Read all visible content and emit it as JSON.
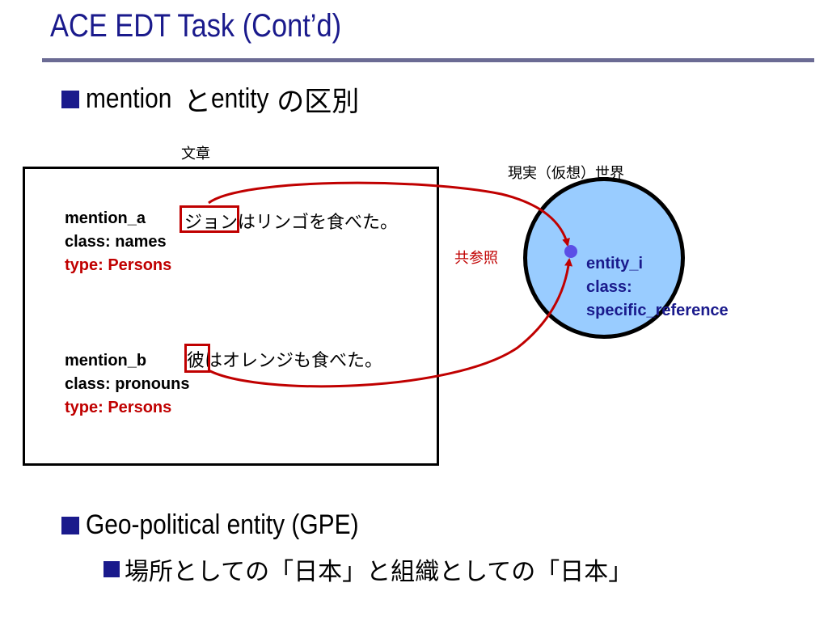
{
  "title": "ACE EDT Task (Cont’d)",
  "bullet1": {
    "prefix": "mention",
    "conj": "と",
    "rest_latin": "entity",
    "suffix": "の区別"
  },
  "document_label": "文章",
  "mention_a": {
    "name": "mention_a",
    "class": "class: names",
    "type": "type: Persons",
    "highlight": "ジョン",
    "sentence_rest": "はリンゴを食べた。"
  },
  "mention_b": {
    "name": "mention_b",
    "class": "class: pronouns",
    "type": "type: Persons",
    "highlight": "彼",
    "sentence_rest": "はオレンジも食べた。"
  },
  "world_label": "現実（仮想）世界",
  "coreference_label": "共参照",
  "entity": {
    "name": "entity_i",
    "class_label": "class:",
    "class_value": "specific_reference"
  },
  "bullet2": "Geo-political entity (GPE)",
  "sub_bullet": "場所としての「日本」と組織としての「日本」",
  "colors": {
    "title": "#1a1a8c",
    "accent_red": "#c00000",
    "circle_fill": "#99ccff",
    "entity_text": "#1a1a8c",
    "dot": "#5b4ee6"
  }
}
